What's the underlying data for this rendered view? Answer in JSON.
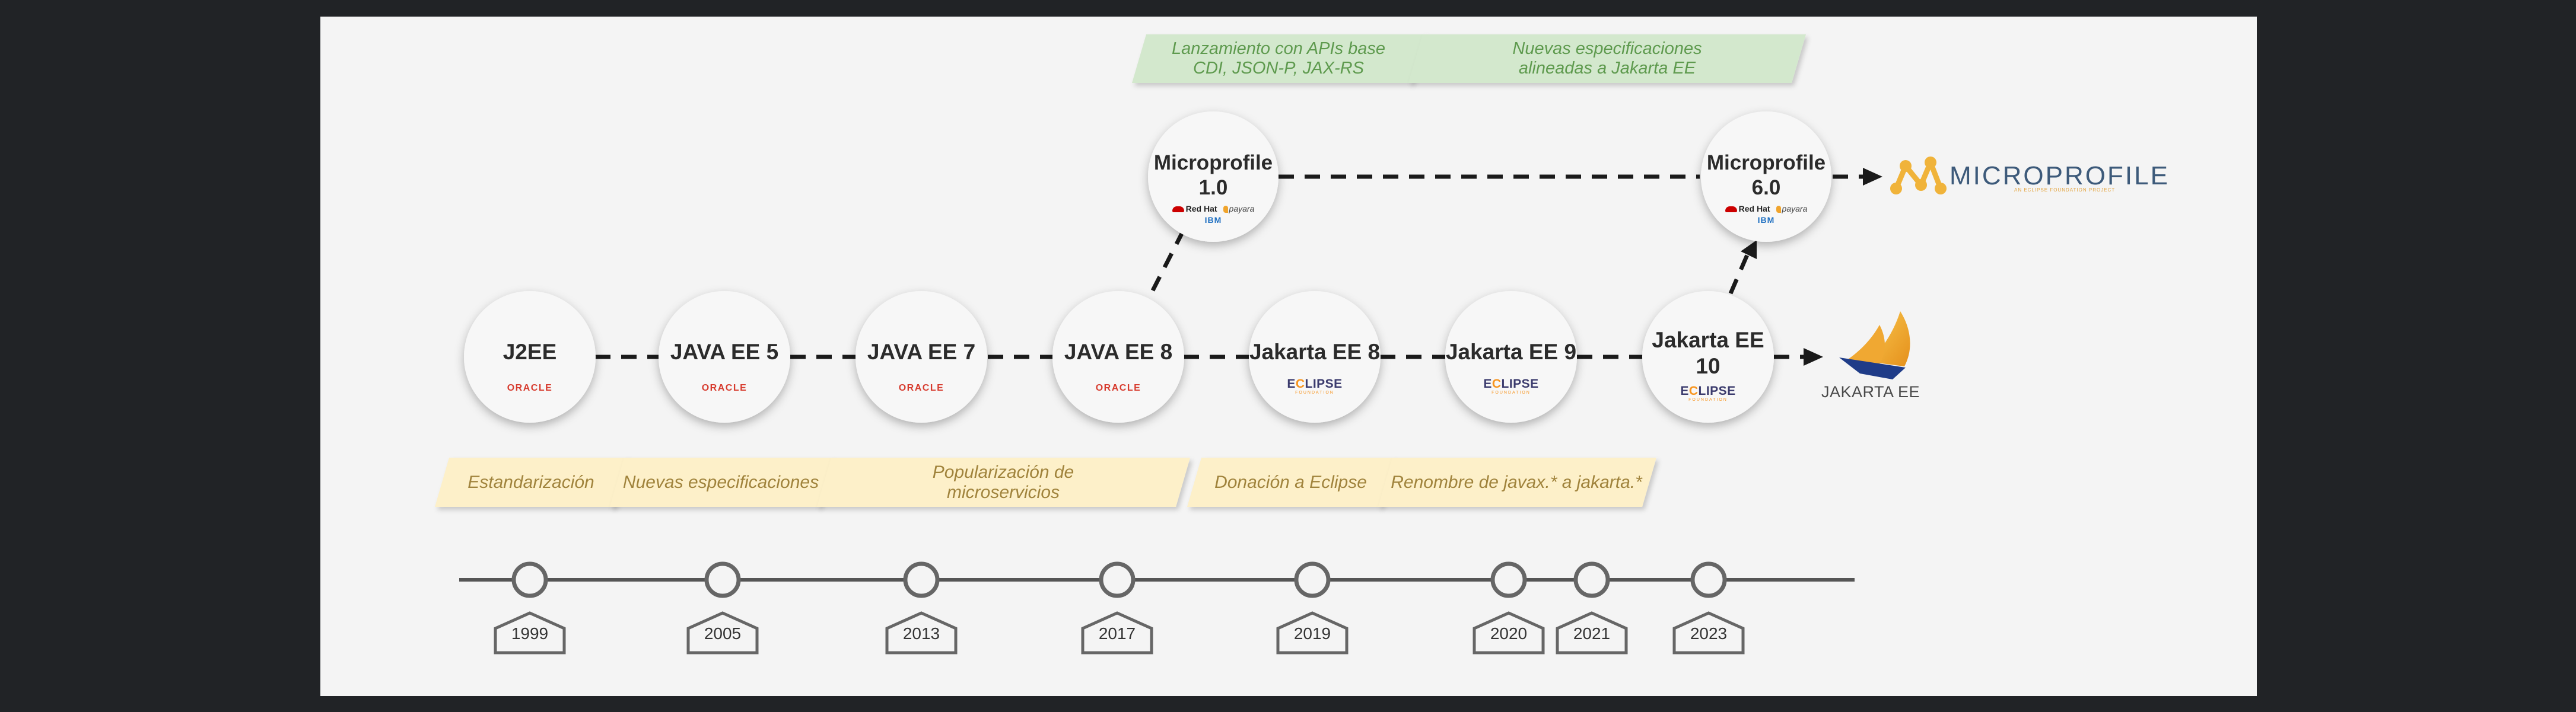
{
  "stages": [
    {
      "title": "J2EE",
      "logo": "ORACLE"
    },
    {
      "title": "JAVA EE 5",
      "logo": "ORACLE"
    },
    {
      "title": "JAVA EE 7",
      "logo": "ORACLE"
    },
    {
      "title": "JAVA EE 8",
      "logo": "ORACLE"
    },
    {
      "title": "Jakarta EE 8",
      "logo": "ECLIPSE",
      "logo_sub": "FOUNDATION"
    },
    {
      "title": "Jakarta EE 9",
      "logo": "ECLIPSE",
      "logo_sub": "FOUNDATION"
    },
    {
      "title": "Jakarta EE\n10",
      "logo": "ECLIPSE",
      "logo_sub": "FOUNDATION"
    }
  ],
  "microprofile_nodes": [
    {
      "title": "Microprofile\n1.0",
      "logos": [
        "Red Hat",
        "payara",
        "IBM"
      ]
    },
    {
      "title": "Microprofile\n6.0",
      "logos": [
        "Red Hat",
        "payara",
        "IBM"
      ]
    }
  ],
  "phase_labels": [
    "Estandarización",
    "Nuevas especificaciones",
    "Popularización de\nmicroservicios",
    "Donación a Eclipse",
    "Renombre de javax.* a jakarta.*"
  ],
  "microprofile_labels": [
    "Lanzamiento con APIs base\nCDI, JSON-P, JAX-RS",
    "Nuevas especificaciones\nalineadas a Jakarta EE"
  ],
  "years": [
    "1999",
    "2005",
    "2013",
    "2017",
    "2019",
    "2020",
    "2021",
    "2023"
  ],
  "brands": {
    "jakarta": "JAKARTA EE",
    "microprofile": "MICROPROFILE",
    "microprofile_tagline": "AN ECLIPSE FOUNDATION PROJECT"
  },
  "colors": {
    "background": "#212326",
    "slide": "#f4f4f4",
    "orange_label_fill": "#fdf0c9",
    "orange_label_text": "#a0833c",
    "green_label_fill": "#d3e8cd",
    "green_label_text": "#5e9a4e",
    "oracle_red": "#d73b2e",
    "eclipse_orange": "#f7941e",
    "microprofile_gold": "#f0b33a"
  }
}
